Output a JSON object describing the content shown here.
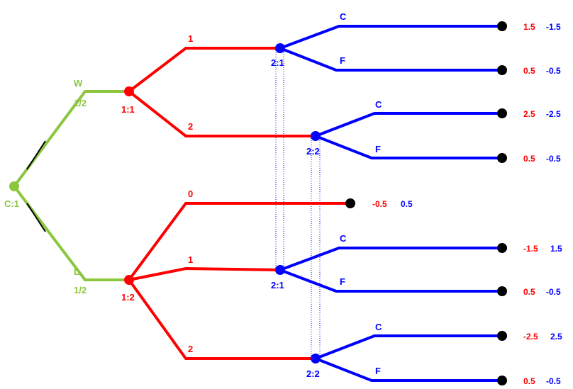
{
  "colors": {
    "chance": "#8cc63f",
    "player1": "#ff0000",
    "player2": "#0000ff",
    "terminal": "#000000",
    "infoset_line": "#0000ff"
  },
  "nodes": {
    "chance": "C:1",
    "p1_top": "1:1",
    "p1_bottom": "1:2",
    "p2_a": "2:1",
    "p2_b": "2:2",
    "p2_c": "2:1",
    "p2_d": "2:2"
  },
  "chance_branches": {
    "win": {
      "label": "W",
      "prob": "1/2"
    },
    "lose": {
      "label": "L",
      "prob": "1/2"
    }
  },
  "p1_actions": {
    "top_1": "1",
    "top_2": "2",
    "bottom_0": "0",
    "bottom_1": "1",
    "bottom_2": "2"
  },
  "p2_actions": {
    "a_call": "C",
    "a_fold": "F",
    "b_call": "C",
    "b_fold": "F",
    "c_call": "C",
    "c_fold": "F",
    "d_call": "C",
    "d_fold": "F"
  },
  "payoffs": [
    {
      "p1": "1.5",
      "p2": "-1.5"
    },
    {
      "p1": "0.5",
      "p2": "-0.5"
    },
    {
      "p1": "2.5",
      "p2": "-2.5"
    },
    {
      "p1": "0.5",
      "p2": "-0.5"
    },
    {
      "p1": "-0.5",
      "p2": "0.5"
    },
    {
      "p1": "-1.5",
      "p2": "1.5"
    },
    {
      "p1": "0.5",
      "p2": "-0.5"
    },
    {
      "p1": "-2.5",
      "p2": "2.5"
    },
    {
      "p1": "0.5",
      "p2": "-0.5"
    }
  ]
}
